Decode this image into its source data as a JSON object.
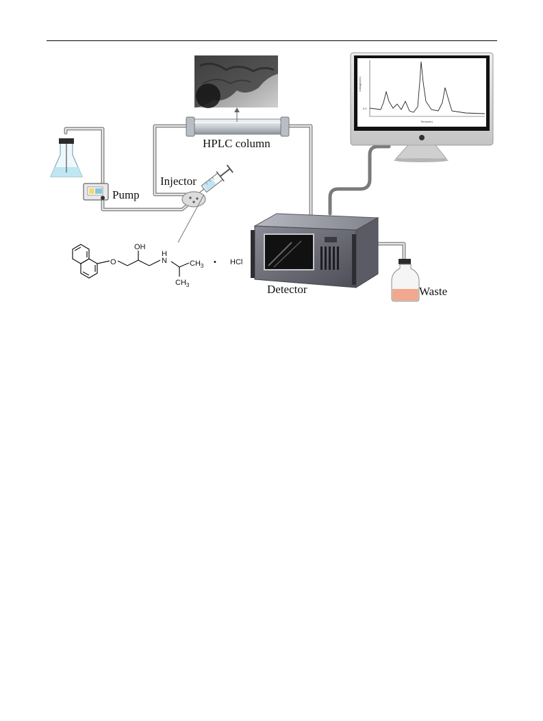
{
  "labels": {
    "pump": "Pump",
    "injector": "Injector",
    "column": "HPLC column",
    "detector": "Detector",
    "waste": "Waste"
  },
  "chemistry": {
    "oh": "OH",
    "o": "O",
    "nh_n": "N",
    "nh_h": "H",
    "ch3_top": "CH",
    "ch3_top_sub": "3",
    "ch3_bottom": "CH",
    "ch3_bottom_sub": "3",
    "dot": "•",
    "salt": "HCl"
  },
  "monitor_chart": {
    "ylabel": "Voltage(mV)",
    "xlabel": "Time(min)",
    "baseline_label": "0.0"
  },
  "colors": {
    "tubing": "#9a9a9a",
    "liquid_blue": "#bfe6f2",
    "waste_liquid": "#f0a98e",
    "detector_body": "#6e6e78",
    "monitor_frame": "#d9d9d9"
  }
}
